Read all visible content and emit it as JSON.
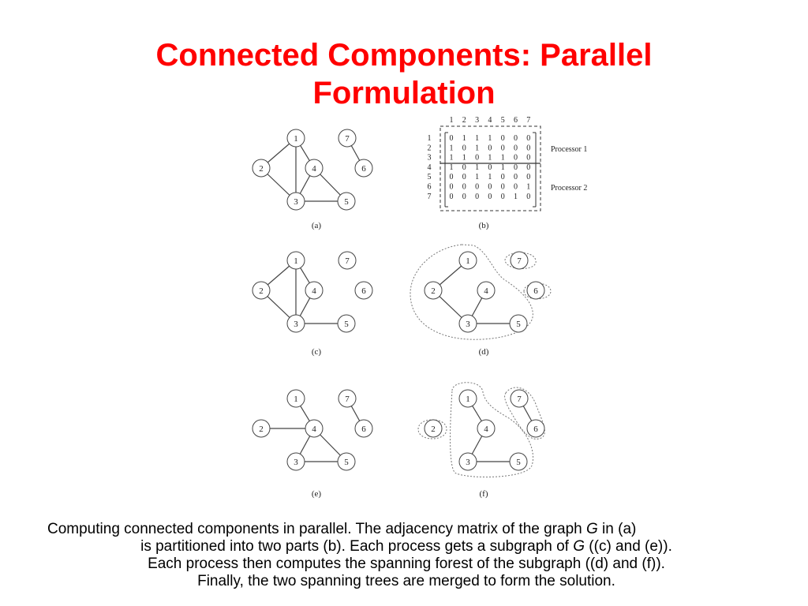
{
  "slide": {
    "title_line1": "Connected Components: Parallel",
    "title_line2": "Formulation"
  },
  "figure": {
    "panels": [
      {
        "id": "a",
        "label": "(a)",
        "edges": [
          [
            1,
            2
          ],
          [
            1,
            3
          ],
          [
            1,
            4
          ],
          [
            2,
            3
          ],
          [
            3,
            4
          ],
          [
            4,
            5
          ],
          [
            3,
            5
          ],
          [
            7,
            6
          ]
        ]
      },
      {
        "id": "b",
        "label": "(b)"
      },
      {
        "id": "c",
        "label": "(c)",
        "edges": [
          [
            1,
            2
          ],
          [
            1,
            3
          ],
          [
            1,
            4
          ],
          [
            2,
            3
          ],
          [
            3,
            4
          ],
          [
            3,
            5
          ]
        ]
      },
      {
        "id": "d",
        "label": "(d)",
        "edges": [
          [
            1,
            2
          ],
          [
            2,
            3
          ],
          [
            4,
            3
          ],
          [
            3,
            5
          ]
        ]
      },
      {
        "id": "e",
        "label": "(e)",
        "edges": [
          [
            4,
            2
          ],
          [
            4,
            3
          ],
          [
            4,
            5
          ],
          [
            3,
            5
          ],
          [
            7,
            6
          ],
          [
            1,
            4
          ]
        ]
      },
      {
        "id": "f",
        "label": "(f)",
        "edges": [
          [
            1,
            4
          ],
          [
            4,
            3
          ],
          [
            3,
            5
          ],
          [
            7,
            6
          ]
        ]
      }
    ],
    "node_labels": [
      "1",
      "2",
      "3",
      "4",
      "5",
      "6",
      "7"
    ],
    "matrix": {
      "col_headers": [
        "1",
        "2",
        "3",
        "4",
        "5",
        "6",
        "7"
      ],
      "row_headers": [
        "1",
        "2",
        "3",
        "4",
        "5",
        "6",
        "7"
      ],
      "rows": [
        [
          0,
          1,
          1,
          1,
          0,
          0,
          0
        ],
        [
          1,
          0,
          1,
          0,
          0,
          0,
          0
        ],
        [
          1,
          1,
          0,
          1,
          1,
          0,
          0
        ],
        [
          1,
          0,
          1,
          0,
          1,
          0,
          0
        ],
        [
          0,
          0,
          1,
          1,
          0,
          0,
          0
        ],
        [
          0,
          0,
          0,
          0,
          0,
          0,
          1
        ],
        [
          0,
          0,
          0,
          0,
          0,
          1,
          0
        ]
      ],
      "processor_labels": [
        "Processor 1",
        "Processor 2"
      ]
    }
  },
  "caption": {
    "line1_pre": "Computing connected components in parallel. The adjacency matrix of the graph ",
    "line1_var": "G",
    "line1_post": " in (a)",
    "line2_pre": "is partitioned into two parts (b). Each process gets a subgraph of ",
    "line2_var": "G",
    "line2_post": " ((c) and (e)).",
    "line3": "Each process then computes the spanning forest of the subgraph ((d) and (f)).",
    "line4": "Finally, the two spanning trees are merged to form the solution."
  }
}
